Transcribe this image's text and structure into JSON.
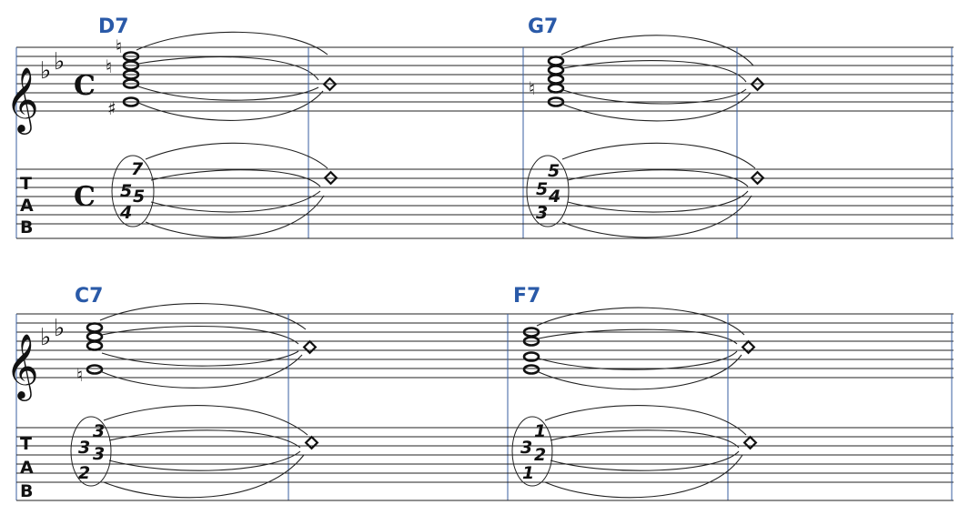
{
  "key_signature": "flat-flat",
  "time_signature": "C",
  "tab_clef": [
    "T",
    "A",
    "B"
  ],
  "accent_color": "#2a5aa8",
  "systems": [
    {
      "measures": [
        {
          "chord": "D7",
          "accidentals": [
            "natural",
            "natural",
            "sharp"
          ],
          "tab": [
            {
              "string": 2,
              "fret": "7"
            },
            {
              "string": 3,
              "fret": "5"
            },
            {
              "string": 3,
              "fret": "5"
            },
            {
              "string": 4,
              "fret": "4"
            }
          ],
          "tab_text": {
            "top_right": "7",
            "mid_left": "5",
            "mid_right": "5",
            "bottom_left": "4"
          }
        },
        {
          "chord": "G7",
          "accidentals": [
            "natural"
          ],
          "tab_text": {
            "top_right": "5",
            "mid_left": "5",
            "mid_right": "4",
            "bottom_left": "3"
          }
        }
      ]
    },
    {
      "measures": [
        {
          "chord": "C7",
          "accidentals": [
            "natural"
          ],
          "tab_text": {
            "top_right": "3",
            "mid_left": "3",
            "mid_right": "3",
            "bottom_left": "2"
          }
        },
        {
          "chord": "F7",
          "accidentals": [],
          "tab_text": {
            "top_right": "1",
            "mid_left": "3",
            "mid_right": "2",
            "bottom_left": "1"
          }
        }
      ]
    }
  ]
}
